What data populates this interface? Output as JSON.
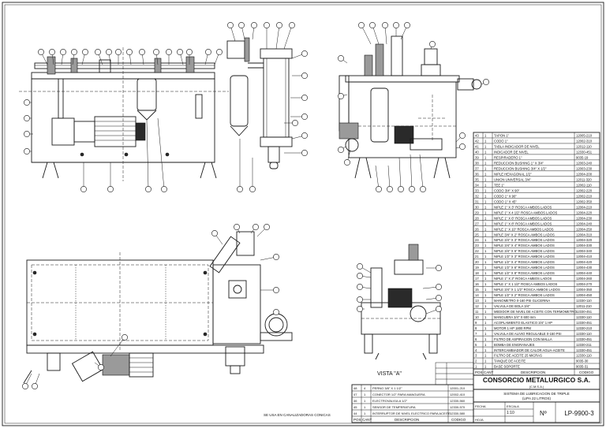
{
  "drawing": {
    "company": "CONSORCIO METALURGICO S.A.",
    "company_sub": "(C.M.S.A.)",
    "title_line1": "SISTEMA DE LUBRICACION DE TRIPLE",
    "title_line2": "(LIPA 22 LITROS)",
    "number_label": "Nº",
    "number": "LP-9900-3",
    "view_label": "VISTA \"A\"",
    "note": "SE USA EN CANALIZADORAS CONICAS",
    "scale_label": "ESCALA",
    "scale": "1:10",
    "sheet_label": "HOJA",
    "date_label": "FECHA"
  },
  "bom_header": {
    "pos": "POS",
    "qty": "CANT",
    "desc": "DESCRIPCION",
    "code": "CODIGO"
  },
  "bom": [
    {
      "pos": "43",
      "qty": "1",
      "desc": "TAPON 1\"",
      "code": "12005-210"
    },
    {
      "pos": "42",
      "qty": "1",
      "desc": "CODO 1\"",
      "code": "12002-310"
    },
    {
      "pos": "41",
      "qty": "1",
      "desc": "TABLA INDICADOR DE NIVEL",
      "code": "12012-110"
    },
    {
      "pos": "40",
      "qty": "1",
      "desc": "INDICADOR DE NIVEL",
      "code": "12330-451"
    },
    {
      "pos": "39",
      "qty": "1",
      "desc": "RESPIRADERO 1\"",
      "code": "9035-19"
    },
    {
      "pos": "38",
      "qty": "1",
      "desc": "REDUCCION BUSHING 1\" X 3/4\"",
      "code": "12003-240"
    },
    {
      "pos": "37",
      "qty": "1",
      "desc": "REDUCCION BUSHING 3/4\" X 1/2\"",
      "code": "12003-230"
    },
    {
      "pos": "36",
      "qty": "1",
      "desc": "NIPLE HEXAGONAL 1/2\"",
      "code": "12004-200"
    },
    {
      "pos": "35",
      "qty": "1",
      "desc": "UNION UNIVERSAL 3/4\"",
      "code": "12011-320"
    },
    {
      "pos": "34",
      "qty": "1",
      "desc": "TEE 1\"",
      "code": "12002-110"
    },
    {
      "pos": "33",
      "qty": "1",
      "desc": "CODO 3/4\" X 90\"",
      "code": "12002-220"
    },
    {
      "pos": "32",
      "qty": "1",
      "desc": "CODO 1\" X 90\"",
      "code": "12002-210"
    },
    {
      "pos": "31",
      "qty": "1",
      "desc": "CODO 1\" X 45\"",
      "code": "12002-350"
    },
    {
      "pos": "30",
      "qty": "1",
      "desc": "NIPLE 1\" X 3\" ROSCA AMBOS LADOS",
      "code": "12004-210"
    },
    {
      "pos": "29",
      "qty": "1",
      "desc": "NIPLE 1\" X 4 1/2\" ROSCA AMBOS LADOS",
      "code": "12004-220"
    },
    {
      "pos": "28",
      "qty": "1",
      "desc": "NIPLE 1\" X 6\" ROSCA AMBOS LADOS",
      "code": "12004-230"
    },
    {
      "pos": "27",
      "qty": "1",
      "desc": "NIPLE 1\" X 8\" ROSCA AMBOS LADOS",
      "code": "12004-240"
    },
    {
      "pos": "26",
      "qty": "1",
      "desc": "NIPLE 1\" X 10\" ROSCA AMBOS LADOS",
      "code": "12004-250"
    },
    {
      "pos": "25",
      "qty": "1",
      "desc": "NIPLE 3/4\" X 2\" ROSCA AMBOS LADOS",
      "code": "12004-310"
    },
    {
      "pos": "24",
      "qty": "1",
      "desc": "NIPLE 3/4\" X 3\" ROSCA AMBOS LADOS",
      "code": "12004-320"
    },
    {
      "pos": "23",
      "qty": "1",
      "desc": "NIPLE 3/4\" X 4\" ROSCA AMBOS LADOS",
      "code": "12004-330"
    },
    {
      "pos": "22",
      "qty": "1",
      "desc": "NIPLE 3/4\" X 6\" ROSCA AMBOS LADOS",
      "code": "12004-340"
    },
    {
      "pos": "21",
      "qty": "1",
      "desc": "NIPLE 1/2\" X 3\" ROSCA AMBOS LADOS",
      "code": "12004-410"
    },
    {
      "pos": "20",
      "qty": "1",
      "desc": "NIPLE 1/2\" X 4\" ROSCA AMBOS LADOS",
      "code": "12004-420"
    },
    {
      "pos": "19",
      "qty": "1",
      "desc": "NIPLE 1/2\" X 6\" ROSCA AMBOS LADOS",
      "code": "12004-430"
    },
    {
      "pos": "18",
      "qty": "1",
      "desc": "NIPLE 1/2\" X 8\" ROSCA AMBOS LADOS",
      "code": "12004-440"
    },
    {
      "pos": "17",
      "qty": "1",
      "desc": "NIPLE 1\" X 2\" ROSCA AMBOS LADOS",
      "code": "12004-260"
    },
    {
      "pos": "16",
      "qty": "1",
      "desc": "NIPLE 1\" X 1 1/2\" ROSCA AMBOS LADOS",
      "code": "12004-270"
    },
    {
      "pos": "15",
      "qty": "1",
      "desc": "NIPLE 3/4\" X 1 1/2\" ROSCA AMBOS LADOS",
      "code": "12004-350"
    },
    {
      "pos": "14",
      "qty": "1",
      "desc": "NIPLE 1/2\" X 2\" ROSCA AMBOS LADOS",
      "code": "12004-450"
    },
    {
      "pos": "13",
      "qty": "1",
      "desc": "MANOMETRO 0-160 PSI GLICERINA",
      "code": "12330-110"
    },
    {
      "pos": "12",
      "qty": "1",
      "desc": "VALVULA DE BOLA 3/4\"",
      "code": "12011-210"
    },
    {
      "pos": "11",
      "qty": "1",
      "desc": "MEDIDOR DE NIVEL DE ACEITE CON TERMOMETRO",
      "code": "12330-451"
    },
    {
      "pos": "10",
      "qty": "1",
      "desc": "MANGUERA 3/4\" X 600 mm",
      "code": "12330-110"
    },
    {
      "pos": "9",
      "qty": "1",
      "desc": "ACOPLAMIENTO ELASTICO 3/4\" 1 HP",
      "code": "12330-451"
    },
    {
      "pos": "8",
      "qty": "1",
      "desc": "MOTOR 1 HP 1800 RPM",
      "code": "12330-210"
    },
    {
      "pos": "7",
      "qty": "1",
      "desc": "VALVULA DE ALIVIO REGULABLE 0-150 PSI",
      "code": "12330-110"
    },
    {
      "pos": "6",
      "qty": "1",
      "desc": "FILTRO DE ASPIRACION CON MALLA",
      "code": "12330-451"
    },
    {
      "pos": "5",
      "qty": "1",
      "desc": "BOMBA DE ENGRANAJES",
      "code": "12330-211"
    },
    {
      "pos": "4",
      "qty": "1",
      "desc": "INTERCAMBIADOR DE CALOR AGUA-ACEITE",
      "code": "12330-451"
    },
    {
      "pos": "3",
      "qty": "1",
      "desc": "FILTRO DE ACEITE 25 MICRAS",
      "code": "12330-110"
    },
    {
      "pos": "2",
      "qty": "1",
      "desc": "TANQUE DE ACEITE",
      "code": "9035-30"
    },
    {
      "pos": "1",
      "qty": "1",
      "desc": "BASE SOPORTE",
      "code": "9035-31"
    }
  ],
  "bom_lower": [
    {
      "pos": "48",
      "qty": "4",
      "desc": "PERNO 3/8\" X 1 1/2\"",
      "code": "12001-210"
    },
    {
      "pos": "47",
      "qty": "1",
      "desc": "CONECTOR 1/2\" PARA MANGUERA",
      "code": "12002-410"
    },
    {
      "pos": "46",
      "qty": "1",
      "desc": "ELECTROVALVULA 1/2\"",
      "code": "12330-560"
    },
    {
      "pos": "45",
      "qty": "1",
      "desc": "SENSOR DE TEMPERATURA",
      "code": "12330-570"
    },
    {
      "pos": "44",
      "qty": "1",
      "desc": "INTERRUPTOR DE NIVEL ELECTRICO PARA ACEITE",
      "code": "12330-580"
    }
  ]
}
